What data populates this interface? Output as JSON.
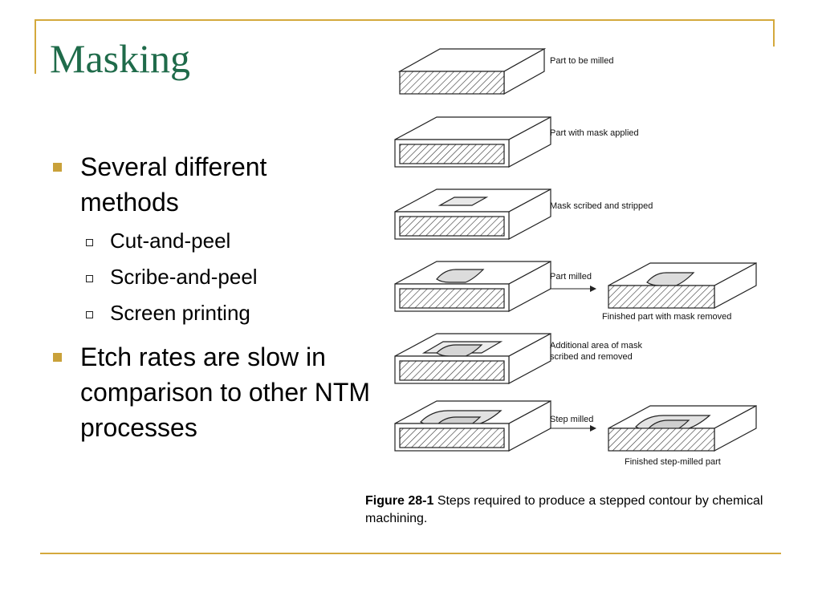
{
  "slide": {
    "title": "Masking",
    "bullets": [
      {
        "text": "Several different methods",
        "subs": [
          "Cut-and-peel",
          "Scribe-and-peel",
          "Screen printing"
        ]
      },
      {
        "text": "Etch rates are slow in comparison to other NTM processes",
        "subs": []
      }
    ]
  },
  "figure": {
    "steps": [
      "Part to be milled",
      "Part with mask applied",
      "Mask scribed and stripped",
      "Part milled",
      "Finished part with mask removed",
      "Additional area of mask",
      "scribed and removed",
      "Step milled",
      "Finished step-milled part"
    ],
    "caption_label": "Figure 28-1",
    "caption_text": "Steps required to produce a stepped contour by chemical machining."
  },
  "colors": {
    "accent_gold": "#d4a93c",
    "title_green": "#1f6b4a",
    "bullet_gold": "#c9a13a"
  }
}
